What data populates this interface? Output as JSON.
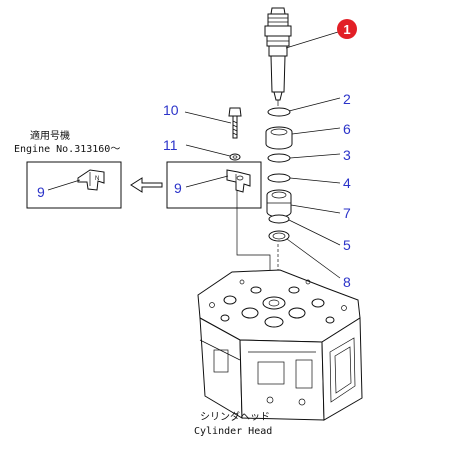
{
  "callouts": {
    "p1": "1",
    "p2": "2",
    "p3": "3",
    "p4": "4",
    "p5": "5",
    "p6": "6",
    "p7": "7",
    "p8": "8",
    "p9_inset": "9",
    "p9_main": "9",
    "p10": "10",
    "p11": "11"
  },
  "inset": {
    "applicable_jp": "適用号機",
    "engine_no": "Engine No.313160～"
  },
  "cylinder_head": {
    "label_jp": "シリンダヘッド",
    "label_en": "Cylinder Head"
  },
  "colors": {
    "callout_blue": "#2b33c9",
    "highlight_red": "#e21f26",
    "line": "#111111"
  }
}
